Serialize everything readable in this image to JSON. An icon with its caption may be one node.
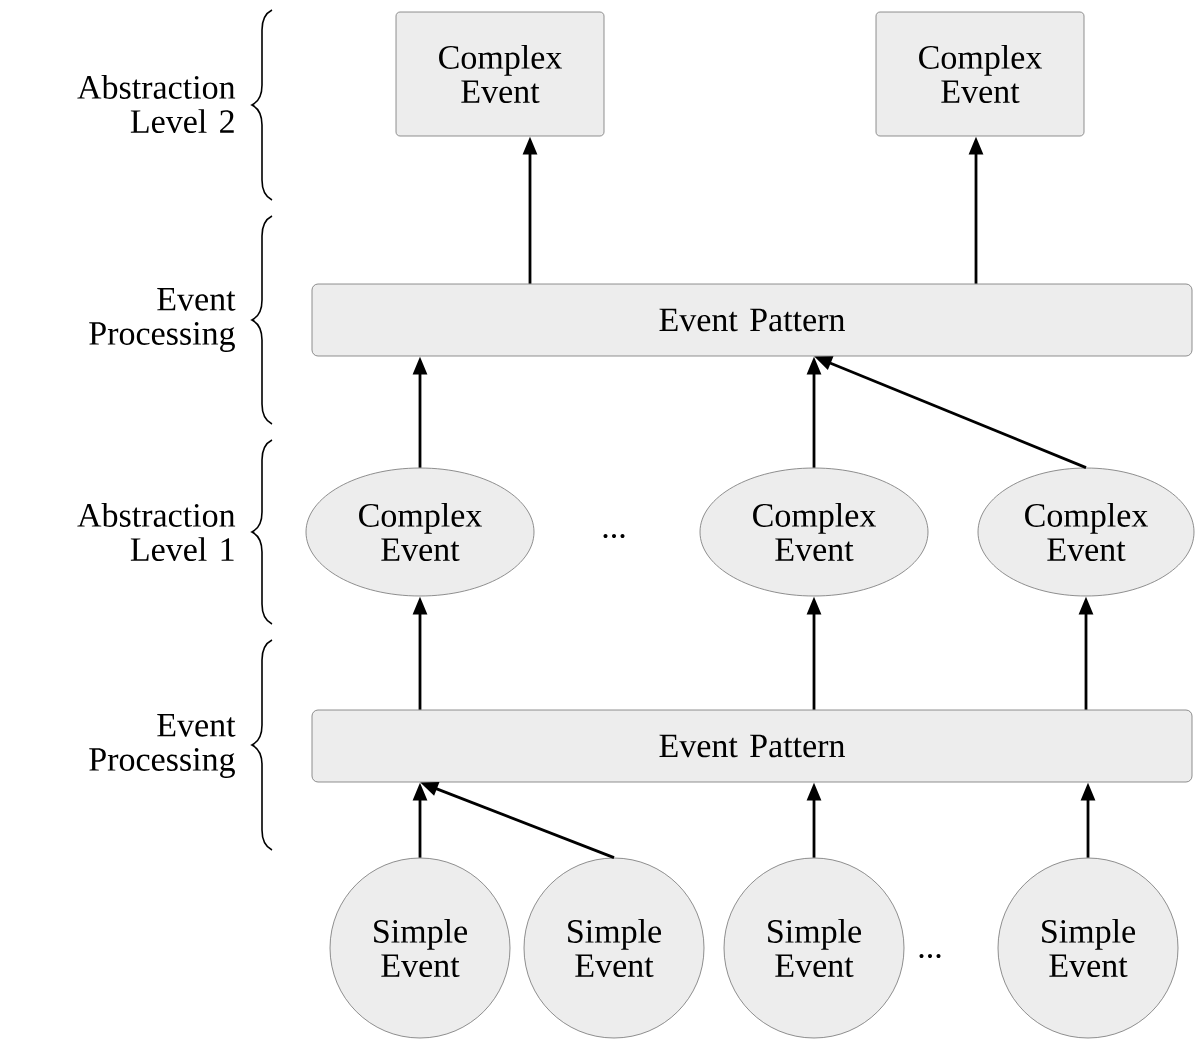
{
  "diagram": {
    "nodes": [
      {
        "text": [
          "Complex Event"
        ]
      },
      {
        "text": [
          "Complex Event"
        ]
      },
      {
        "text": [
          "Event Pattern"
        ]
      },
      {
        "text": [
          "Complex Event"
        ]
      },
      {
        "text": [
          "Complex Event"
        ]
      },
      {
        "text": [
          "Complex Event"
        ]
      },
      {
        "text": [
          "Event Pattern"
        ]
      },
      {
        "text": [
          "Simple Event"
        ]
      },
      {
        "text": [
          "Simple Event"
        ]
      },
      {
        "text": [
          "Simple Event"
        ]
      },
      {
        "text": [
          "Simple Event"
        ]
      }
    ],
    "edges": [
      {
        "from": 2,
        "to": 0,
        "arrow": "to"
      },
      {
        "from": 2,
        "to": 1,
        "arrow": "to"
      },
      {
        "from": 3,
        "to": 2,
        "arrow": "to"
      },
      {
        "from": 4,
        "to": 2,
        "arrow": "to"
      },
      {
        "from": 5,
        "to": 2,
        "arrow": "to"
      },
      {
        "from": 6,
        "to": 3,
        "arrow": "to"
      },
      {
        "from": 6,
        "to": 4,
        "arrow": "to"
      },
      {
        "from": 6,
        "to": 5,
        "arrow": "to"
      },
      {
        "from": 7,
        "to": 6,
        "arrow": "to"
      },
      {
        "from": 8,
        "to": 6,
        "arrow": "to"
      },
      {
        "from": 9,
        "to": 6,
        "arrow": "to"
      },
      {
        "from": 10,
        "to": 6,
        "arrow": "to"
      }
    ],
    "labels": [
      "Abstraction Level 2",
      "Event Processing",
      "Abstraction Level 1",
      "Event Processing",
      "...",
      "..."
    ]
  }
}
